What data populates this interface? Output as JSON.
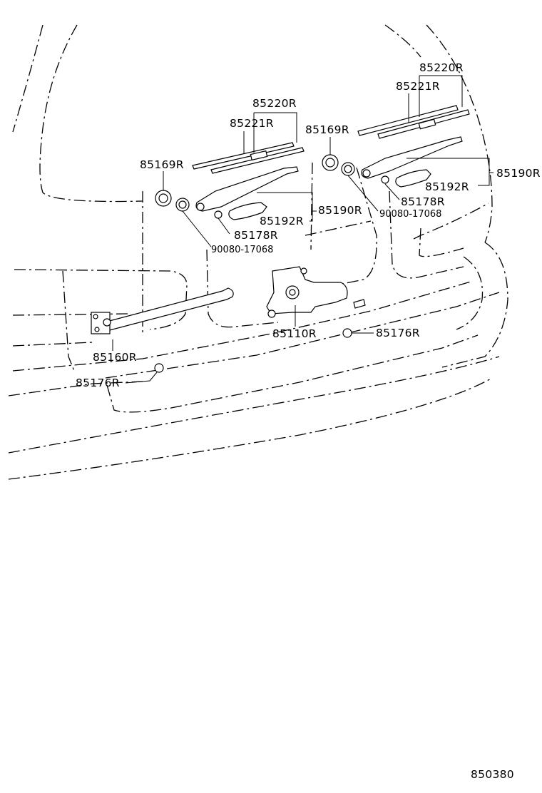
{
  "labels": {
    "blade_r_top": "85220R",
    "refill_r_top": "85221R",
    "blade_l_top": "85220R",
    "refill_l_top": "85221R",
    "cap_r": "85169R",
    "cap_l": "85169R",
    "arm_r": "85190R",
    "arm_l": "85190R",
    "head_cover_r": "85192R",
    "head_cover_l": "85192R",
    "nut_r": "85178R",
    "nut_l": "85178R",
    "washer_r": "90080-17068",
    "washer_l": "90080-17068",
    "motor": "85110R",
    "grommet_r": "85176R",
    "grommet_l": "85176R",
    "link": "85160R"
  },
  "diagram_code": "850380"
}
